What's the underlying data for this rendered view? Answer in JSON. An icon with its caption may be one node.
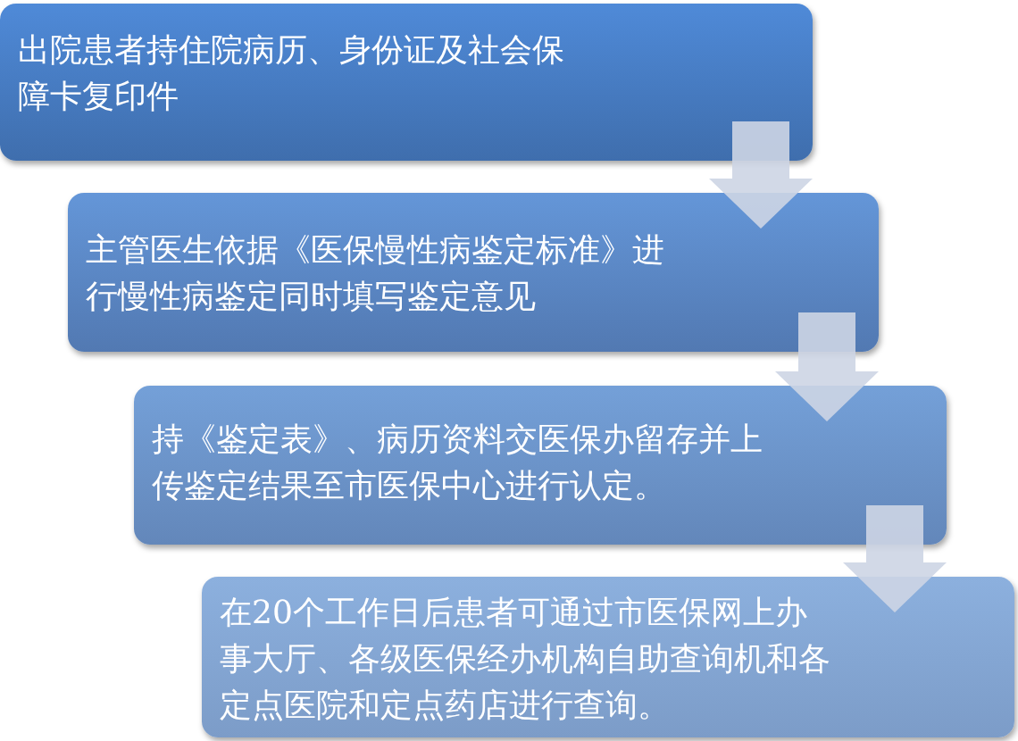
{
  "diagram": {
    "nodes": [
      {
        "text": [
          "出院患者持住院病历、身份证及社会保障卡复印件"
        ]
      },
      {
        "text": [
          "主管医生依据《医保慢性病鉴定标准》进行慢性病鉴定同时填写鉴定意见"
        ]
      },
      {
        "text": [
          "持《鉴定表》、病历资料交医保办留存并上传鉴定结果至市医保中心进行认定。"
        ]
      },
      {
        "text": [
          "在20个工作日后患者可通过市医保网上办事大厅、各级医保经办机构自助查询机和各定点医院和定点药店进行查询。"
        ]
      }
    ],
    "edges": [
      {
        "from": 0,
        "to": 1,
        "arrow": "to"
      },
      {
        "from": 1,
        "to": 2,
        "arrow": "to"
      },
      {
        "from": 2,
        "to": 3,
        "arrow": "to"
      }
    ]
  }
}
